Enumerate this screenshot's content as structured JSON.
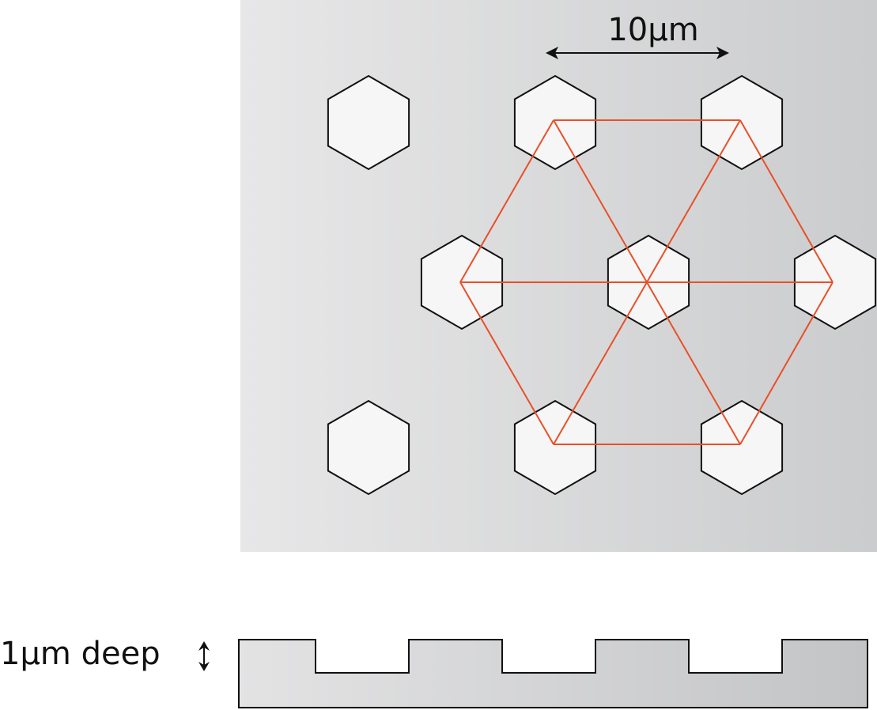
{
  "labels": {
    "spacing": "10µm",
    "depth": "1µm deep"
  },
  "colors": {
    "lattice": "#e8502a",
    "hexagon_fill": "#f6f6f6",
    "outline": "#111111",
    "background_light": "#e6e6e7",
    "background_dark": "#c4c5c7"
  },
  "icons": {
    "spacing_arrow": "double-headed-horizontal-arrow",
    "depth_arrow": "double-headed-vertical-arrow"
  }
}
